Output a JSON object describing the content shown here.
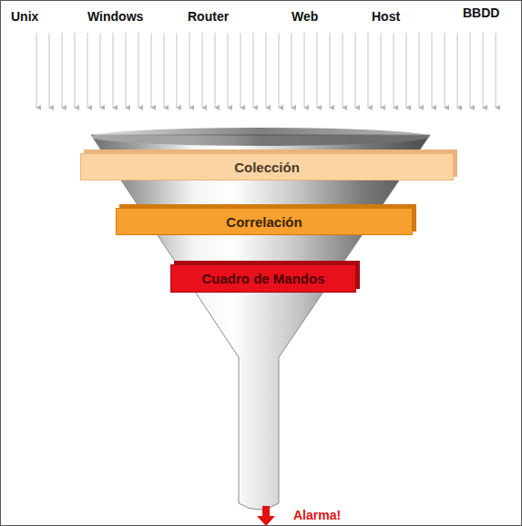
{
  "diagram": {
    "nodes": [
      {
        "text": [
          "Colección"
        ]
      },
      {
        "text": [
          "Correlación"
        ]
      },
      {
        "text": [
          "Cuadro de Mandos"
        ]
      }
    ],
    "labels": [
      "Unix",
      "Windows",
      "Router",
      "Web",
      "Host",
      "BBDD",
      "Alarma!"
    ]
  }
}
